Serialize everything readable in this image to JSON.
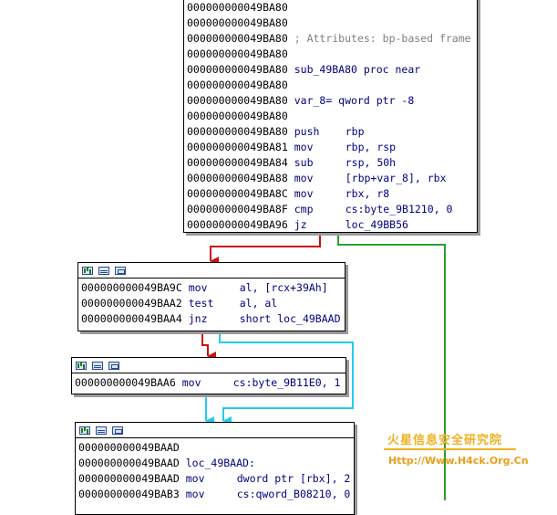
{
  "colors": {
    "edge_false": "#cc1010",
    "edge_true": "#2e9e2e",
    "edge_uncond": "#22ccee",
    "background": "#ffffff"
  },
  "blocks": [
    {
      "name": "block-sub-49ba80",
      "has_header": false,
      "lines": [
        {
          "addr": "000000000049BA80",
          "text": ""
        },
        {
          "addr": "000000000049BA80",
          "text": ""
        },
        {
          "addr": "000000000049BA80",
          "text": "; Attributes: bp-based frame",
          "kind": "cmt"
        },
        {
          "addr": "000000000049BA80",
          "text": ""
        },
        {
          "addr": "000000000049BA80",
          "text": "sub_49BA80 proc near",
          "kind": "lbl"
        },
        {
          "addr": "000000000049BA80",
          "text": ""
        },
        {
          "addr": "000000000049BA80",
          "text": "var_8= qword ptr -8",
          "kind": "lbl"
        },
        {
          "addr": "000000000049BA80",
          "text": ""
        },
        {
          "addr": "000000000049BA80",
          "mn": "push",
          "op": "rbp"
        },
        {
          "addr": "000000000049BA81",
          "mn": "mov",
          "op": "rbp, rsp"
        },
        {
          "addr": "000000000049BA84",
          "mn": "sub",
          "op": "rsp, 50h"
        },
        {
          "addr": "000000000049BA88",
          "mn": "mov",
          "op": "[rbp+var_8], rbx"
        },
        {
          "addr": "000000000049BA8C",
          "mn": "mov",
          "op": "rbx, r8"
        },
        {
          "addr": "000000000049BA8F",
          "mn": "cmp",
          "op": "cs:byte_9B1210, 0"
        },
        {
          "addr": "000000000049BA96",
          "mn": "jz",
          "op": "loc_49BB56"
        }
      ]
    },
    {
      "name": "block-49ba9c",
      "has_header": true,
      "lines": [
        {
          "addr": "000000000049BA9C",
          "mn": "mov",
          "op": "al, [rcx+39Ah]"
        },
        {
          "addr": "000000000049BAA2",
          "mn": "test",
          "op": "al, al"
        },
        {
          "addr": "000000000049BAA4",
          "mn": "jnz",
          "op": "short loc_49BAAD"
        }
      ]
    },
    {
      "name": "block-49baa6",
      "has_header": true,
      "lines": [
        {
          "addr": "000000000049BAA6",
          "mn": "mov",
          "op": "cs:byte_9B11E0, 1"
        }
      ]
    },
    {
      "name": "block-loc-49baad",
      "has_header": true,
      "lines": [
        {
          "addr": "000000000049BAAD",
          "text": ""
        },
        {
          "addr": "000000000049BAAD",
          "text": "loc_49BAAD:",
          "kind": "lbl"
        },
        {
          "addr": "000000000049BAAD",
          "mn": "mov",
          "op": "dword ptr [rbx], 2"
        },
        {
          "addr": "000000000049BAB3",
          "mn": "mov",
          "op": "cs:qword_B08210, 0"
        }
      ]
    }
  ],
  "watermark": {
    "title": "火星信息安全研究院",
    "url": "Http://Www.H4ck.Org.Cn"
  }
}
